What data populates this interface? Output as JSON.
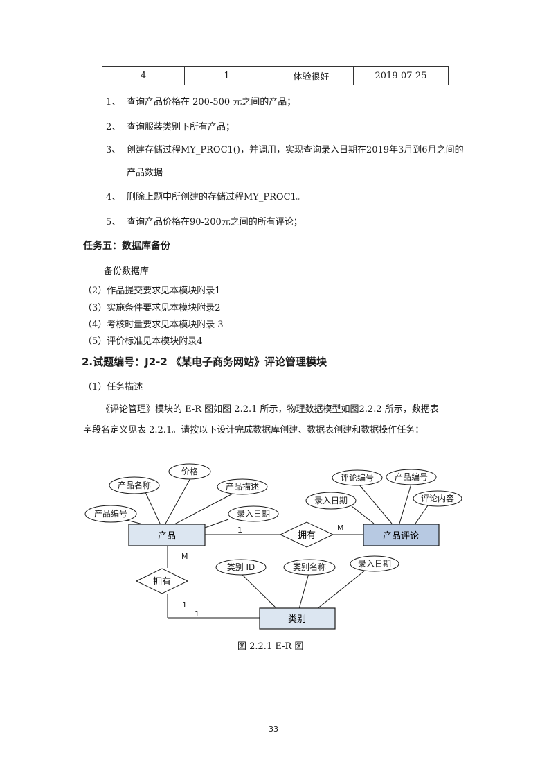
{
  "table": {
    "row": [
      "4",
      "1",
      "体验很好",
      "2019-07-25"
    ]
  },
  "tasks": [
    {
      "num": "1、",
      "text": "查询产品价格在 200-500 元之间的产品；"
    },
    {
      "num": "2、",
      "text": "查询服装类别下所有产品；"
    },
    {
      "num": "3、",
      "text": "创建存储过程MY_PROC1()，并调用，实现查询录入日期在2019年3月到6月之间的",
      "cont": "产品数据"
    },
    {
      "num": "4、",
      "text": "删除上题中所创建的存储过程MY_PROC1。"
    },
    {
      "num": "5、",
      "text": "查询产品价格在90-200元之间的所有评论；"
    }
  ],
  "task5": {
    "heading": "任务五：数据库备份",
    "body": "备份数据库"
  },
  "notes": [
    "（2）作品提交要求见本模块附录1",
    "（3）实施条件要求见本模块附录2",
    "（4）考核时量要求见本模块附录 3",
    "（5）评价标准见本模块附录4"
  ],
  "section": {
    "title": "2.试题编号：J2-2 《某电子商务网站》评论管理模块",
    "sub": "（1）任务描述",
    "para1": "《评论管理》模块的 E-R 图如图 2.2.1 所示，物理数据模型如图2.2.2 所示，数据表",
    "para2": "字段名定义见表 2.2.1。请按以下设计完成数据库创建、数据表创建和数据操作任务："
  },
  "er": {
    "entities": {
      "product": "产品",
      "comment": "产品评论",
      "category": "类别"
    },
    "relations": {
      "r1": "拥有",
      "r2": "拥有"
    },
    "attrs": {
      "p_name": "产品名称",
      "p_price": "价格",
      "p_desc": "产品描述",
      "p_id": "产品编号",
      "p_date": "录入日期",
      "c_id": "评论编号",
      "c_pid": "产品编号",
      "c_date": "录入日期",
      "c_content": "评论内容",
      "k_id": "类别 ID",
      "k_name": "类别名称",
      "k_date": "录入日期"
    },
    "card": {
      "one_a": "1",
      "m_a": "M",
      "m_b": "M",
      "one_b": "1",
      "one_c": "1"
    },
    "caption": "图 2.2.1  E-R 图"
  },
  "page_number": "33"
}
